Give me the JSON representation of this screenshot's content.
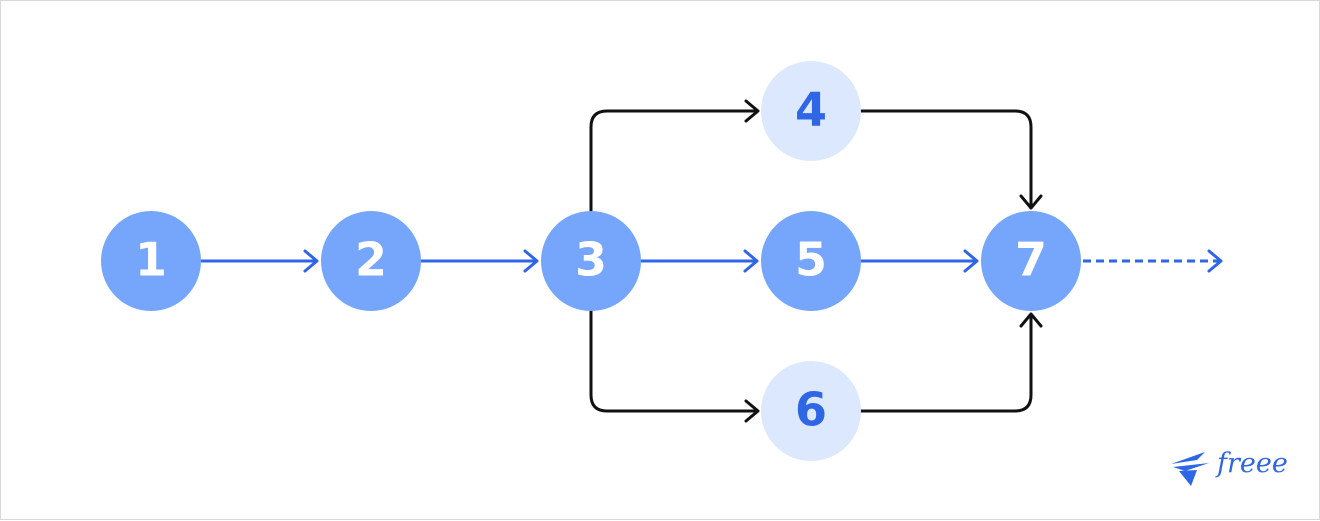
{
  "diagram": {
    "nodes": [
      {
        "id": "1",
        "label": "1",
        "style": "primary"
      },
      {
        "id": "2",
        "label": "2",
        "style": "primary"
      },
      {
        "id": "3",
        "label": "3",
        "style": "primary"
      },
      {
        "id": "4",
        "label": "4",
        "style": "light"
      },
      {
        "id": "5",
        "label": "5",
        "style": "primary"
      },
      {
        "id": "6",
        "label": "6",
        "style": "light"
      },
      {
        "id": "7",
        "label": "7",
        "style": "primary"
      }
    ],
    "edges": [
      {
        "from": "1",
        "to": "2",
        "style": "blue-solid"
      },
      {
        "from": "2",
        "to": "3",
        "style": "blue-solid"
      },
      {
        "from": "3",
        "to": "5",
        "style": "blue-solid"
      },
      {
        "from": "5",
        "to": "7",
        "style": "blue-solid"
      },
      {
        "from": "3",
        "to": "4",
        "style": "black-solid"
      },
      {
        "from": "3",
        "to": "6",
        "style": "black-solid"
      },
      {
        "from": "4",
        "to": "7",
        "style": "black-solid"
      },
      {
        "from": "6",
        "to": "7",
        "style": "black-solid"
      },
      {
        "from": "7",
        "to": "continuation",
        "style": "blue-dashed"
      }
    ],
    "colors": {
      "primary_fill": "#76a6fb",
      "primary_text": "#ffffff",
      "light_fill": "#dce8fd",
      "light_text": "#2f66e6",
      "blue_line": "#2f66e6",
      "black_line": "#111111"
    }
  },
  "logo": {
    "text": "freee",
    "icon": "bird-icon",
    "color": "#2f66e6"
  }
}
